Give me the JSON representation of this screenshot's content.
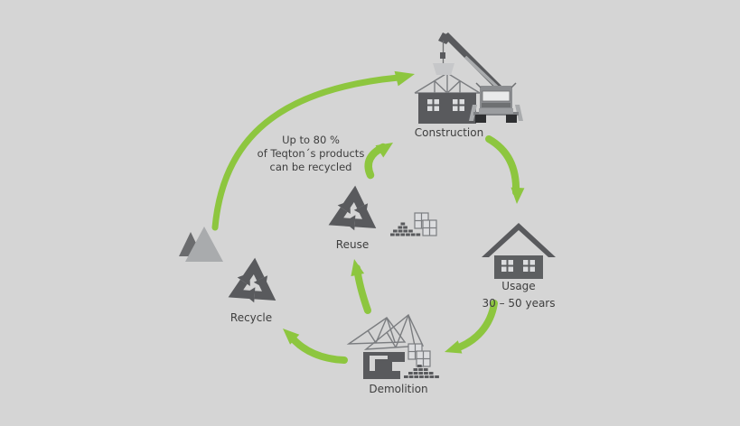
{
  "colors": {
    "background": "#d5d5d5",
    "green": "#8dc63f",
    "icon_dark": "#595a5d",
    "icon_mid": "#8a8c8f",
    "icon_light": "#a9abad",
    "pane": "#dcdddf",
    "truss": "#7b7d80",
    "text": "#3e3e3e",
    "windshield": "#e9eaeb",
    "load": "#c6c7c9",
    "wheel": "#2e2f31",
    "bumper": "#9b9da0",
    "grille": "#6e7072",
    "chassis": "#808285",
    "pile_dark": "#6b6c6e",
    "pile_light": "#a9abad"
  },
  "diagram": {
    "note": {
      "line1": "Up to 80 %",
      "line2": "of Teqton´s products",
      "line3": "can be recycled"
    },
    "nodes": {
      "construction": {
        "label": "Construction",
        "icon": "building-with-crane-icon"
      },
      "usage": {
        "label": "Usage",
        "sublabel": "30 – 50 years",
        "icon": "house-icon"
      },
      "demolition": {
        "label": "Demolition",
        "icon": "demolished-building-icon"
      },
      "recycle": {
        "label": "Recycle",
        "icon": "recycle-symbol-icon"
      },
      "reuse": {
        "label": "Reuse",
        "icon": "recycle-symbol-icon"
      }
    },
    "flows": [
      {
        "from": "recycle",
        "to": "construction"
      },
      {
        "from": "reuse",
        "to": "construction"
      },
      {
        "from": "construction",
        "to": "usage"
      },
      {
        "from": "usage",
        "to": "demolition"
      },
      {
        "from": "demolition",
        "to": "recycle"
      },
      {
        "from": "demolition",
        "to": "reuse"
      }
    ]
  }
}
